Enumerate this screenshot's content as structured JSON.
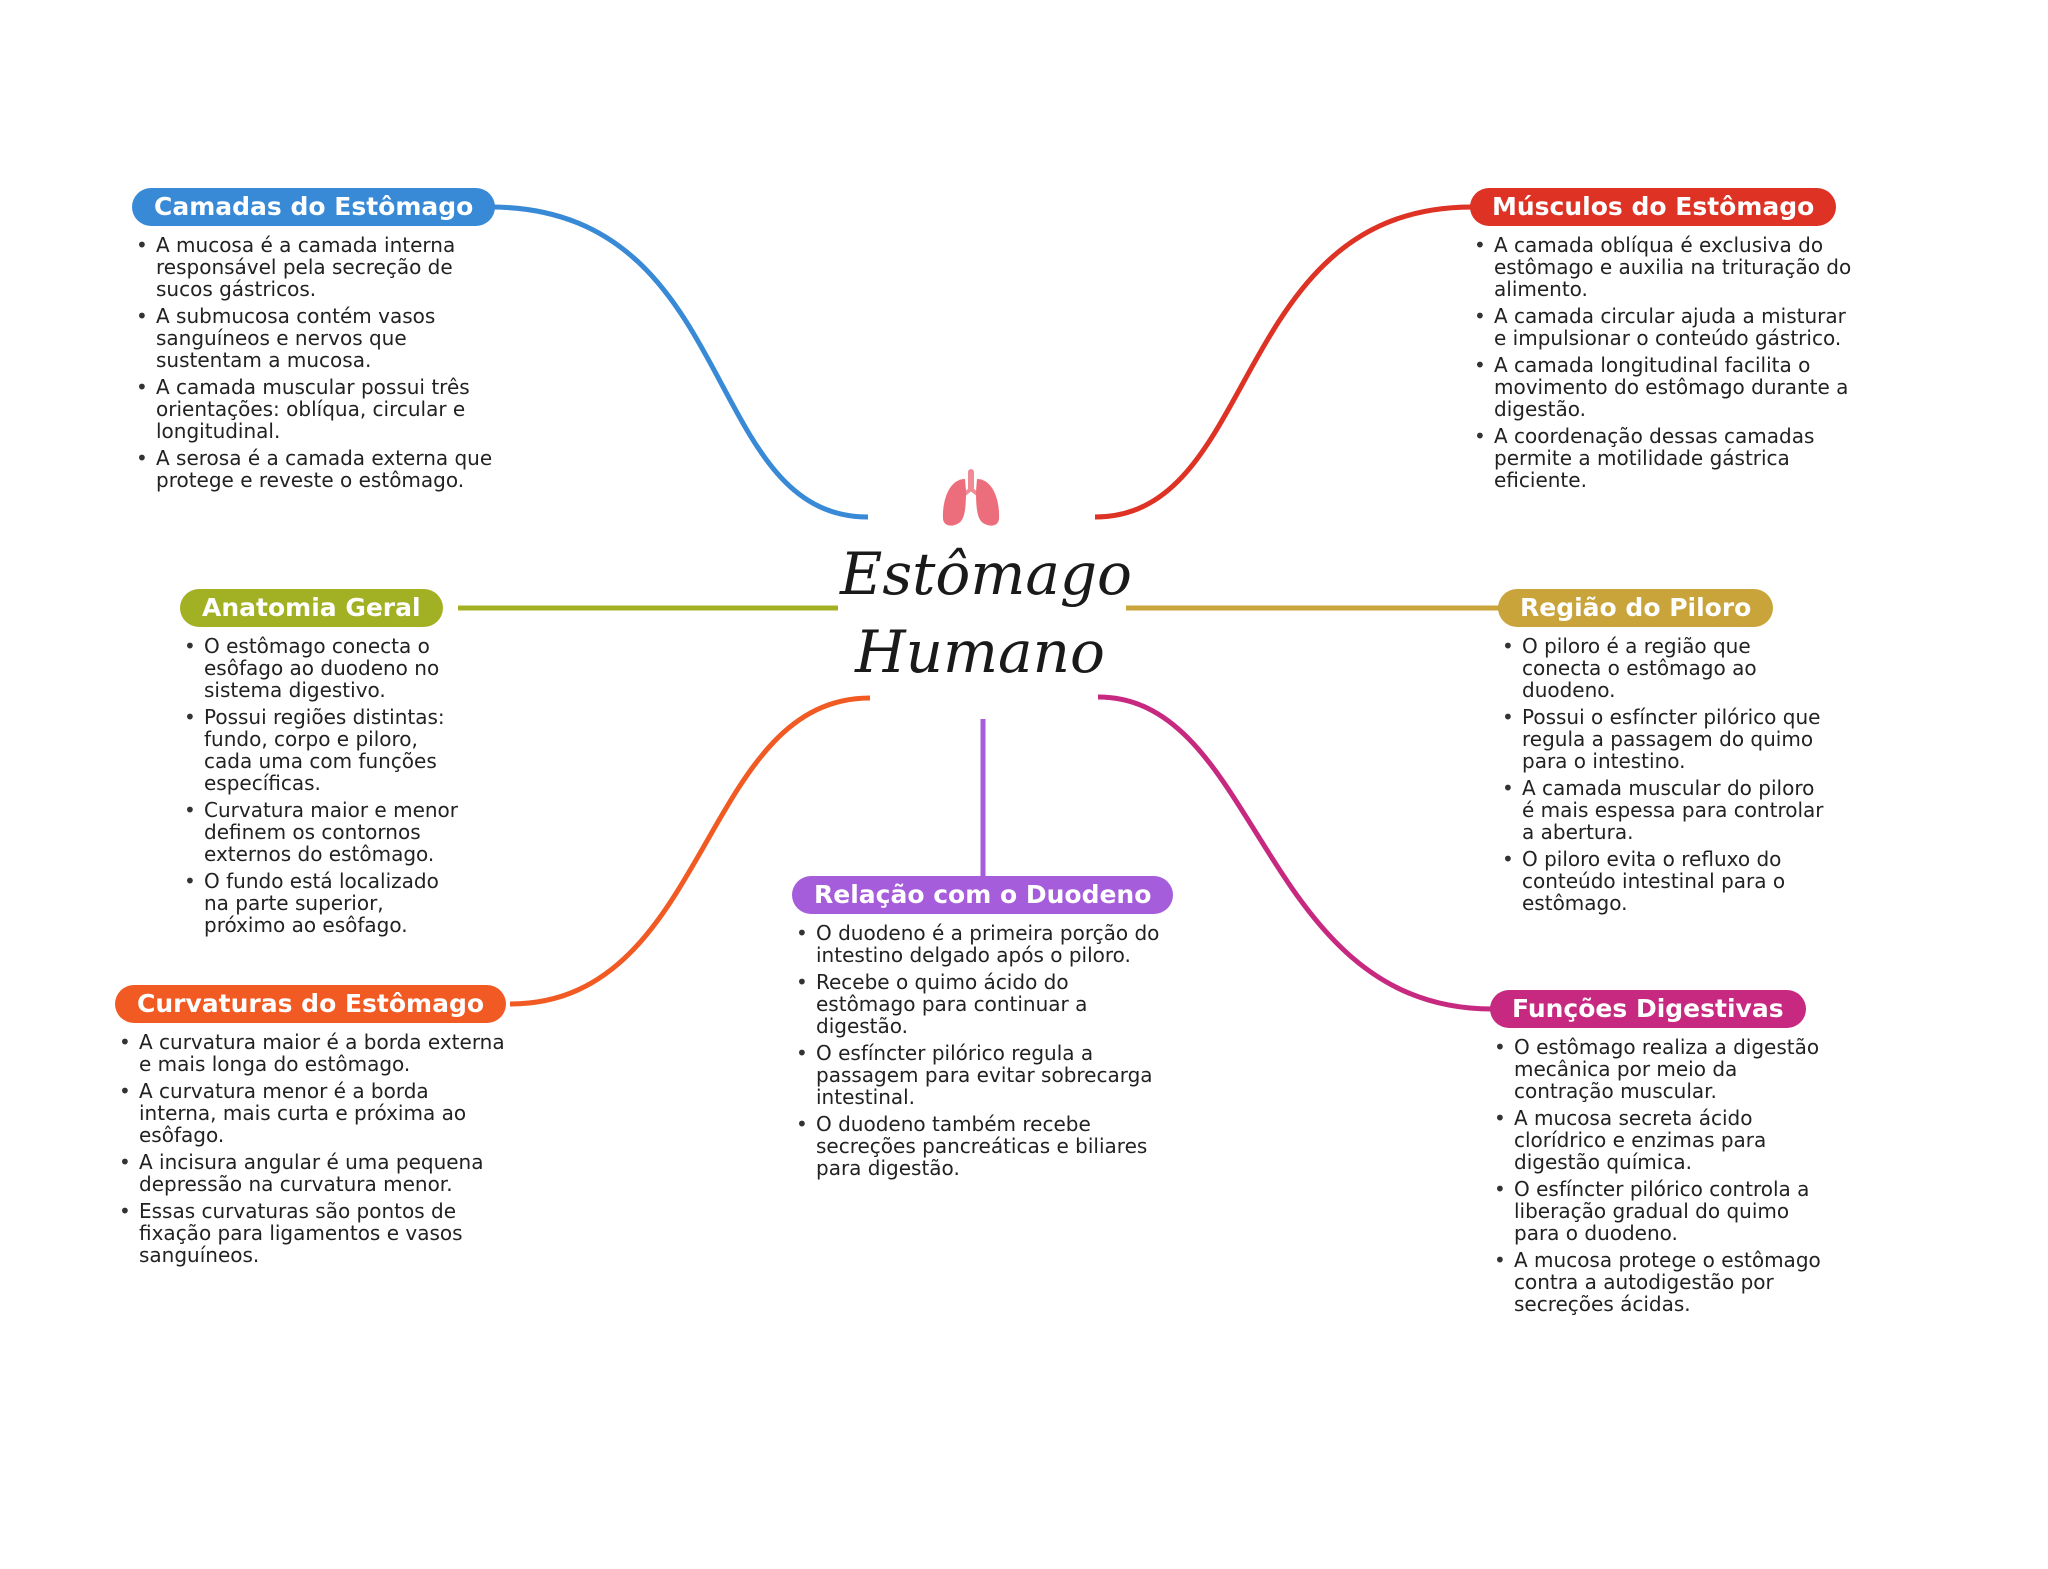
{
  "center": {
    "title_line1": "Estômago",
    "title_line2": "Humano",
    "icon": "lungs-icon"
  },
  "colors": {
    "blue": "#3889d6",
    "red": "#dd3224",
    "olive": "#a2b124",
    "gold": "#c9a43a",
    "orange": "#f15a22",
    "purple": "#a55ddb",
    "magenta": "#c6297f"
  },
  "branches": {
    "camadas": {
      "title": "Camadas do Estômago",
      "items": [
        "A mucosa é a camada interna responsável pela secreção de sucos gástricos.",
        "A submucosa contém vasos sanguíneos e nervos que sustentam a mucosa.",
        "A camada muscular possui três orientações: oblíqua, circular e longitudinal.",
        "A serosa é a camada externa que protege e reveste o estômago."
      ]
    },
    "musculos": {
      "title": "Músculos do Estômago",
      "items": [
        "A camada oblíqua é exclusiva do estômago e auxilia na trituração do alimento.",
        "A camada circular ajuda a misturar e impulsionar o conteúdo gástrico.",
        "A camada longitudinal facilita o movimento do estômago durante a digestão.",
        "A coordenação dessas camadas permite a motilidade gástrica eficiente."
      ]
    },
    "anatomia": {
      "title": "Anatomia Geral",
      "items": [
        "O estômago conecta o esôfago ao duodeno no sistema digestivo.",
        "Possui regiões distintas: fundo, corpo e piloro, cada uma com funções específicas.",
        "Curvatura maior e menor definem os contornos externos do estômago.",
        "O fundo está localizado na parte superior, próximo ao esôfago."
      ]
    },
    "piloro": {
      "title": "Região do Piloro",
      "items": [
        "O piloro é a região que conecta o estômago ao duodeno.",
        "Possui o esfíncter pilórico que regula a passagem do quimo para o intestino.",
        "A camada muscular do piloro é mais espessa para controlar a abertura.",
        "O piloro evita o refluxo do conteúdo intestinal para o estômago."
      ]
    },
    "curvaturas": {
      "title": "Curvaturas do Estômago",
      "items": [
        "A curvatura maior é a borda externa e mais longa do estômago.",
        "A curvatura menor é a borda interna, mais curta e próxima ao esôfago.",
        "A incisura angular é uma pequena depressão na curvatura menor.",
        "Essas curvaturas são pontos de fixação para ligamentos e vasos sanguíneos."
      ]
    },
    "duodeno": {
      "title": "Relação com o Duodeno",
      "items": [
        "O duodeno é a primeira porção do intestino delgado após o piloro.",
        "Recebe o quimo ácido do estômago para continuar a digestão.",
        "O esfíncter pilórico regula a passagem para evitar sobrecarga intestinal.",
        "O duodeno também recebe secreções pancreáticas e biliares para digestão."
      ]
    },
    "funcoes": {
      "title": "Funções Digestivas",
      "items": [
        "O estômago realiza a digestão mecânica por meio da contração muscular.",
        "A mucosa secreta ácido clorídrico e enzimas para digestão química.",
        "O esfíncter pilórico controla a liberação gradual do quimo para o duodeno.",
        "A mucosa protege o estômago contra a autodigestão por secreções ácidas."
      ]
    }
  }
}
